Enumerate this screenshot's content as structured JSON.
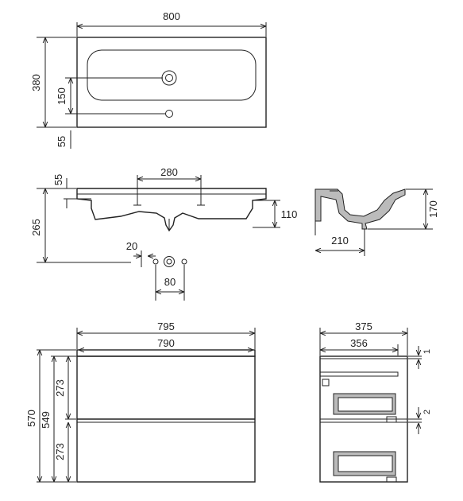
{
  "basin_top": {
    "width": "800",
    "depth": "380",
    "tap_offset": "150",
    "front_offset": "55"
  },
  "basin_front": {
    "rim": "55",
    "tap_spacing": "280",
    "height": "265",
    "bowl": "110",
    "waste_left": "20",
    "waste_spacing": "80"
  },
  "basin_section": {
    "height": "170",
    "depth": "210"
  },
  "cabinet_front": {
    "outer_width": "795",
    "inner_width": "790",
    "total_height": "570",
    "body_height": "549",
    "drawer_top": "273",
    "drawer_bottom": "273"
  },
  "cabinet_side": {
    "depth": "375",
    "inner_depth": "356",
    "top_gap": "1",
    "mid_gap": "2"
  }
}
